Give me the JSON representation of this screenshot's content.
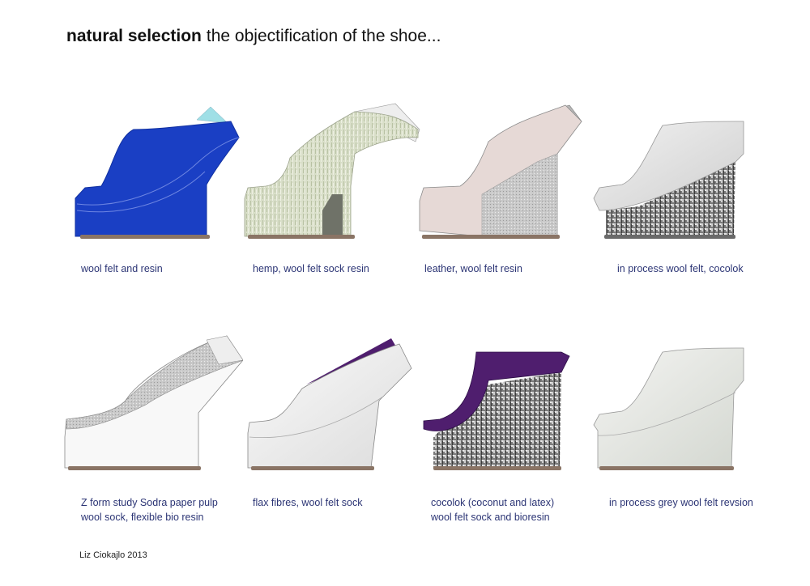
{
  "title": {
    "bold": "natural selection",
    "rest": "the objectification of the shoe..."
  },
  "captions": [
    {
      "line1": "wool felt and resin",
      "line2": ""
    },
    {
      "line1": "hemp, wool felt sock resin",
      "line2": ""
    },
    {
      "line1": "leather, wool felt resin",
      "line2": ""
    },
    {
      "line1": "in process wool felt, cocolok",
      "line2": ""
    },
    {
      "line1": "Z form study Sodra paper pulp",
      "line2": "wool sock, flexible bio resin"
    },
    {
      "line1": "flax fibres, wool felt sock",
      "line2": ""
    },
    {
      "line1": "cocolok (coconut and latex)",
      "line2": "wool felt sock and bioresin"
    },
    {
      "line1": "in process grey wool felt revsion",
      "line2": ""
    }
  ],
  "credit": "Liz Ciokajlo  2013",
  "colors": {
    "caption_text": "#2c3575",
    "sole": "#8a7465",
    "blue_felt": "#1a3fc4",
    "hemp": "#d7ddc6",
    "leather": "#e6d9d6",
    "grey_felt": "#e4e4e4",
    "cocolok": "#6f6f6f",
    "purple": "#4f1e6e",
    "white": "#f6f6f6"
  }
}
